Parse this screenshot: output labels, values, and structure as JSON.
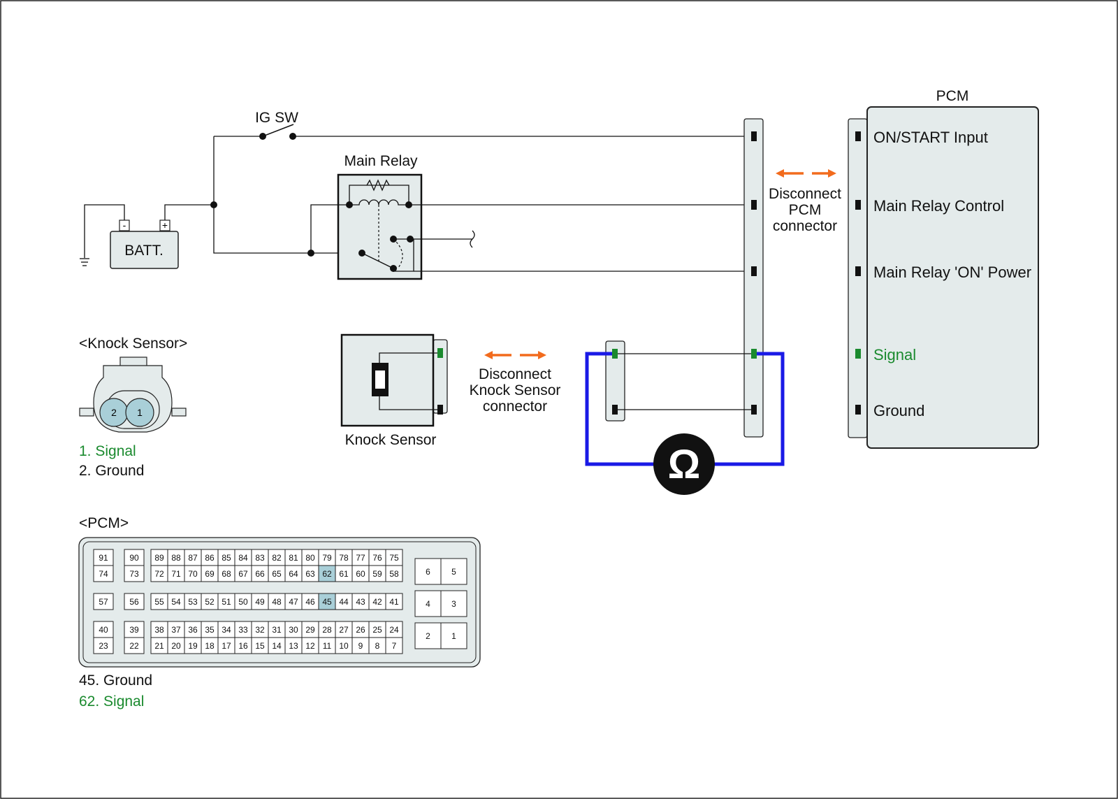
{
  "colors": {
    "signal": "#1a8a2e",
    "meter_lead": "#1a1ae6",
    "disconnect_arrow": "#f26b1d",
    "connector_fill": "#e4ebeb",
    "highlight_pin": "#a9cfd8"
  },
  "labels": {
    "ig_sw": "IG SW",
    "main_relay": "Main Relay",
    "batt": "BATT.",
    "batt_neg": "-",
    "batt_pos": "+",
    "pcm_title": "PCM",
    "disconnect_pcm": [
      "Disconnect",
      "PCM",
      "connector"
    ],
    "disconnect_knock": [
      "Disconnect",
      "Knock Sensor",
      "connector"
    ],
    "knock_sensor": "Knock Sensor",
    "ohm_symbol": "Ω"
  },
  "pcm_pins": [
    {
      "label": "ON/START Input",
      "signal": false
    },
    {
      "label": "Main Relay Control",
      "signal": false
    },
    {
      "label": "Main Relay 'ON' Power",
      "signal": false
    },
    {
      "label": "Signal",
      "signal": true
    },
    {
      "label": "Ground",
      "signal": false
    }
  ],
  "knock_connector": {
    "title": "<Knock Sensor>",
    "pins": [
      "2",
      "1"
    ],
    "legend": [
      {
        "text": "1. Signal",
        "signal": true
      },
      {
        "text": "2. Ground",
        "signal": false
      }
    ]
  },
  "pcm_connector": {
    "title": "<PCM>",
    "highlighted": [
      "62",
      "45"
    ],
    "rows": [
      {
        "singles": [
          "91",
          "90"
        ],
        "main": [
          "89",
          "88",
          "87",
          "86",
          "85",
          "84",
          "83",
          "82",
          "81",
          "80",
          "79",
          "78",
          "77",
          "76",
          "75"
        ]
      },
      {
        "singles": [
          "74",
          "73"
        ],
        "main": [
          "72",
          "71",
          "70",
          "69",
          "68",
          "67",
          "66",
          "65",
          "64",
          "63",
          "62",
          "61",
          "60",
          "59",
          "58"
        ]
      },
      {
        "singles": [
          "57",
          "56"
        ],
        "main": [
          "55",
          "54",
          "53",
          "52",
          "51",
          "50",
          "49",
          "48",
          "47",
          "46",
          "45",
          "44",
          "43",
          "42",
          "41"
        ]
      },
      {
        "singles": [
          "40",
          "39"
        ],
        "main": [
          "38",
          "37",
          "36",
          "35",
          "34",
          "33",
          "32",
          "31",
          "30",
          "29",
          "28",
          "27",
          "26",
          "25",
          "24"
        ]
      },
      {
        "singles": [
          "23",
          "22"
        ],
        "main": [
          "21",
          "20",
          "19",
          "18",
          "17",
          "16",
          "15",
          "14",
          "13",
          "12",
          "11",
          "10",
          "9",
          "8",
          "7"
        ]
      }
    ],
    "power": [
      [
        "6",
        "5"
      ],
      [
        "4",
        "3"
      ],
      [
        "2",
        "1"
      ]
    ],
    "legend": [
      {
        "text": "45. Ground",
        "signal": false
      },
      {
        "text": "62. Signal",
        "signal": true
      }
    ]
  }
}
